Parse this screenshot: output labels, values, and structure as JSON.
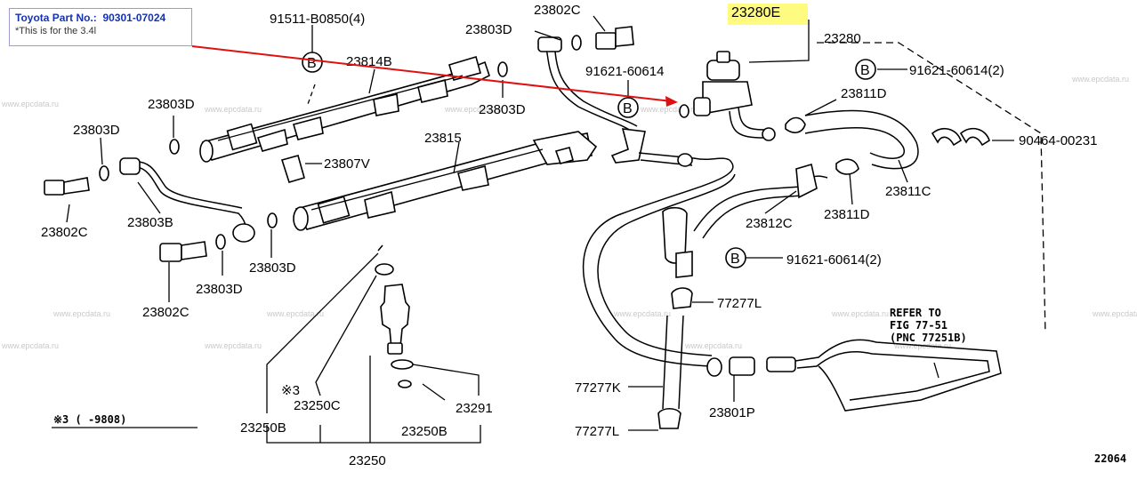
{
  "info_box": {
    "label": "Toyota Part No.:",
    "part_number": "90301-07024",
    "note": "*This is for the 3.4l"
  },
  "highlight_part": "23280E",
  "watermark": "www.epcdata.ru",
  "bolt_mark": "B",
  "parts": {
    "p91511": "91511-B0850(4)",
    "p23814B": "23814B",
    "p23803D_a": "23803D",
    "p23803D_b": "23803D",
    "p23803D_c": "23803D",
    "p23803D_d": "23803D",
    "p23803D_e": "23803D",
    "p23803D_f": "23803D",
    "p23802C_a": "23802C",
    "p23802C_b": "23802C",
    "p23802C_c": "23802C",
    "p23803B": "23803B",
    "p23807V": "23807V",
    "p23815": "23815",
    "p91621_a": "91621-60614",
    "p91621_b": "91621-60614(2)",
    "p91621_c": "91621-60614(2)",
    "p23280": "23280",
    "p23811D_a": "23811D",
    "p23811D_b": "23811D",
    "p23811C": "23811C",
    "p90464": "90464-00231",
    "p23812C": "23812C",
    "p77277L_a": "77277L",
    "p77277L_b": "77277L",
    "p77277K": "77277K",
    "p23801P": "23801P",
    "p23250C": "23250C",
    "p23250B_a": "23250B",
    "p23250B_b": "23250B",
    "p23291": "23291",
    "p23250": "23250"
  },
  "note_mark": "※3",
  "footnote": "※3 (    -9808)",
  "refer": {
    "line1": "REFER TO",
    "line2": "FIG 77-51",
    "line3": "(PNC 77251B)"
  },
  "diagram_number": "22064"
}
